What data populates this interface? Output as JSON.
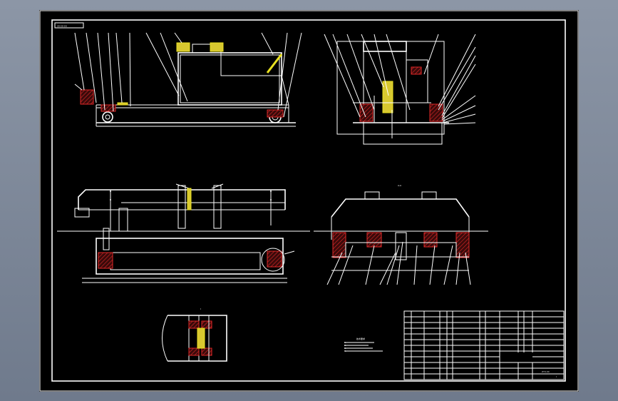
{
  "drawing": {
    "title_tag": "20-20-20",
    "section_mark": "A-A",
    "detail_mark": "I",
    "notes_heading": "技术要求",
    "notes": [
      "1.",
      "2.",
      "3.",
      "4."
    ]
  },
  "title_block": {
    "drawing_no": "ZY0-00",
    "sheet_label": "I"
  },
  "colors": {
    "background": "#000000",
    "line": "#ffffff",
    "hatch": "#e02828",
    "part": "#e8e020",
    "app_bg": "#7a8496"
  }
}
